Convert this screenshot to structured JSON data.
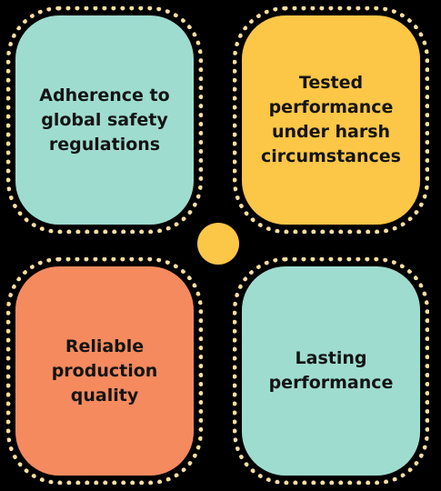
{
  "colors": {
    "background": "#000000",
    "dotted_border": "#f9dfa1",
    "teal": "#9fdcd0",
    "yellow": "#fcc647",
    "coral": "#f58a5f",
    "text": "#141414"
  },
  "cards": [
    {
      "label": "Adherence to global safety regulations",
      "color": "#9fdcd0"
    },
    {
      "label": "Tested performance under harsh circumstances",
      "color": "#fcc647"
    },
    {
      "label": "Reliable production quality",
      "color": "#f58a5f"
    },
    {
      "label": "Lasting performance",
      "color": "#9fdcd0"
    }
  ],
  "center_dot": {
    "color": "#fcc647"
  }
}
